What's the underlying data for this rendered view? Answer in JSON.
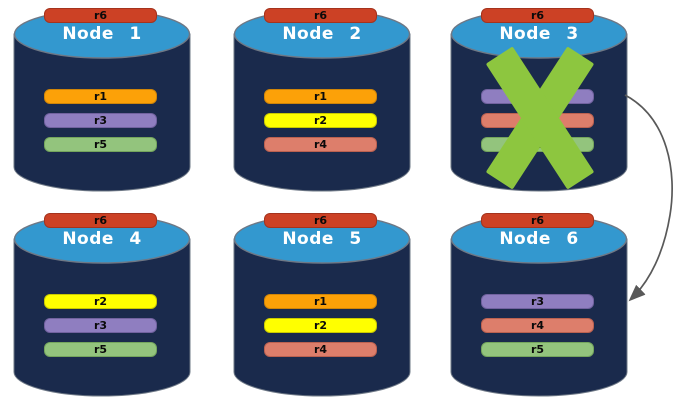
{
  "diagram_type": "database-cluster-replica-distribution",
  "colors": {
    "background": "#FFFFFF",
    "cylinder_body": "#1A2A4C",
    "cylinder_top": "#3398CF",
    "cylinder_outline": "#6E7886",
    "title_text": "#FFFFFF",
    "replica_text": "#0A0A0A",
    "failure_x": "#8DC63F",
    "arrow": "#595959"
  },
  "nodes": [
    {
      "label": "Node 1",
      "replicas": [
        {
          "label": "r1",
          "color": "#FCA108",
          "border": "#D08508"
        },
        {
          "label": "r3",
          "color": "#8F7EC0",
          "border": "#71629F"
        },
        {
          "label": "r5",
          "color": "#93C47D",
          "border": "#74A55D"
        },
        {
          "label": "r6",
          "color": "#CC4125",
          "border": "#A5331D"
        }
      ]
    },
    {
      "label": "Node 2",
      "replicas": [
        {
          "label": "r1",
          "color": "#FCA108",
          "border": "#D08508"
        },
        {
          "label": "r2",
          "color": "#FFFF00",
          "border": "#C9C900"
        },
        {
          "label": "r4",
          "color": "#DD7E6B",
          "border": "#BB6150"
        },
        {
          "label": "r6",
          "color": "#CC4125",
          "border": "#A5331D"
        }
      ]
    },
    {
      "label": "Node 3",
      "failed": true,
      "replicas": [
        {
          "label": "r3",
          "color": "#8F7EC0",
          "border": "#71629F"
        },
        {
          "label": "r4",
          "color": "#DD7E6B",
          "border": "#BB6150"
        },
        {
          "label": "r5",
          "color": "#93C47D",
          "border": "#74A55D"
        },
        {
          "label": "r6",
          "color": "#CC4125",
          "border": "#A5331D"
        }
      ]
    },
    {
      "label": "Node 4",
      "replicas": [
        {
          "label": "r2",
          "color": "#FFFF00",
          "border": "#C9C900"
        },
        {
          "label": "r3",
          "color": "#8F7EC0",
          "border": "#71629F"
        },
        {
          "label": "r5",
          "color": "#93C47D",
          "border": "#74A55D"
        },
        {
          "label": "r6",
          "color": "#CC4125",
          "border": "#A5331D"
        }
      ]
    },
    {
      "label": "Node 5",
      "replicas": [
        {
          "label": "r1",
          "color": "#FCA108",
          "border": "#D08508"
        },
        {
          "label": "r2",
          "color": "#FFFF00",
          "border": "#C9C900"
        },
        {
          "label": "r4",
          "color": "#DD7E6B",
          "border": "#BB6150"
        },
        {
          "label": "r6",
          "color": "#CC4125",
          "border": "#A5331D"
        }
      ]
    },
    {
      "label": "Node 6",
      "replicas": [
        {
          "label": "r3",
          "color": "#8F7EC0",
          "border": "#71629F"
        },
        {
          "label": "r4",
          "color": "#DD7E6B",
          "border": "#BB6150"
        },
        {
          "label": "r5",
          "color": "#93C47D",
          "border": "#74A55D"
        },
        {
          "label": "r6",
          "color": "#CC4125",
          "border": "#A5331D"
        }
      ]
    }
  ],
  "failure": {
    "node": "Node 3",
    "marker": "green-x"
  },
  "recovery_arrow": {
    "from": "Node 3",
    "to": "Node 6"
  }
}
